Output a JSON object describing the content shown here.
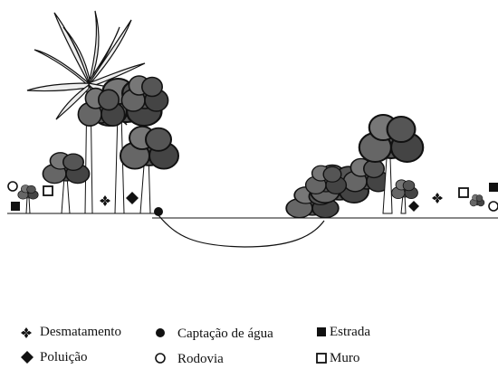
{
  "legend": {
    "desmatamento": {
      "label": "Desmatamento",
      "symbol": "four-diamond-cross"
    },
    "poluicao": {
      "label": "Poluição",
      "symbol": "filled-diamond"
    },
    "captacao": {
      "label": "Captação de água",
      "symbol": "filled-circle"
    },
    "rodovia": {
      "label": "Rodovia",
      "symbol": "open-circle"
    },
    "estrada": {
      "label": "Estrada",
      "symbol": "filled-square"
    },
    "muro": {
      "label": "Muro",
      "symbol": "open-square"
    }
  }
}
